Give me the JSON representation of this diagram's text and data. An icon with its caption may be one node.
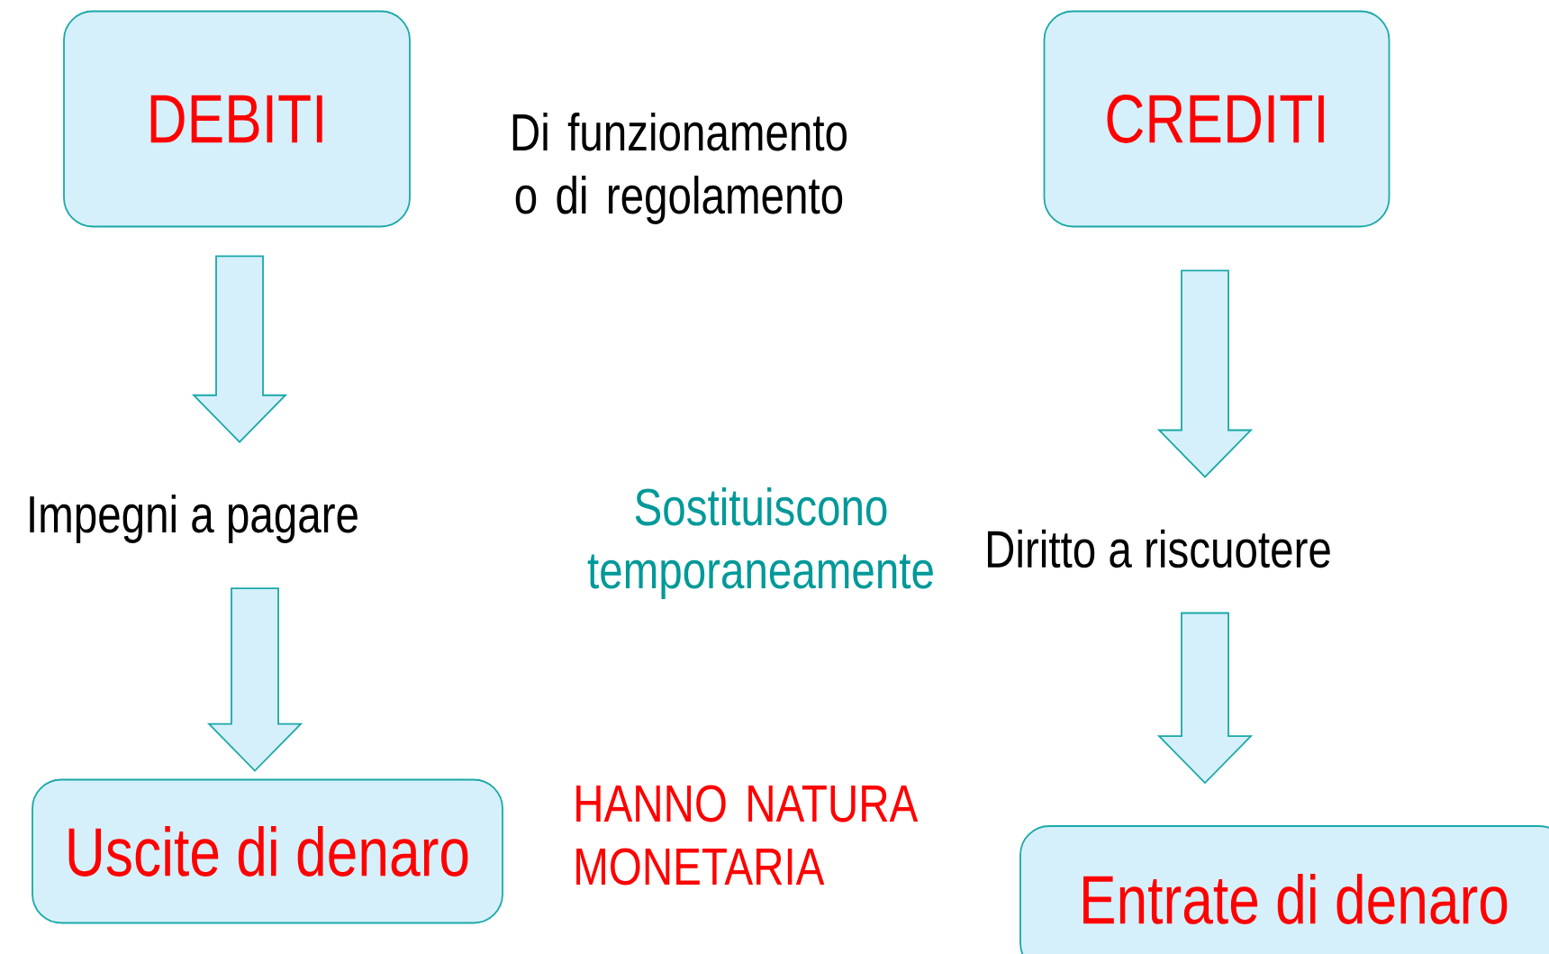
{
  "diagram": {
    "nodes": [
      {
        "text": [
          "DEBITI"
        ]
      },
      {
        "text": [
          "CREDITI"
        ]
      },
      {
        "text": [
          "Impegni a pagare"
        ]
      },
      {
        "text": [
          "Diritto a riscuotere"
        ]
      },
      {
        "text": [
          "Uscite di denaro"
        ]
      },
      {
        "text": [
          "Entrate di denaro"
        ]
      }
    ],
    "edges": [
      {
        "from": 0,
        "to": 2,
        "arrow": "to"
      },
      {
        "from": 2,
        "to": 4,
        "arrow": "to"
      },
      {
        "from": 1,
        "to": 3,
        "arrow": "to"
      },
      {
        "from": 3,
        "to": 5,
        "arrow": "to"
      }
    ],
    "labels": [
      "Di funzionamento o di regolamento",
      "Sostituiscono temporaneamente",
      "HANNO NATURA MONETARIA"
    ]
  }
}
